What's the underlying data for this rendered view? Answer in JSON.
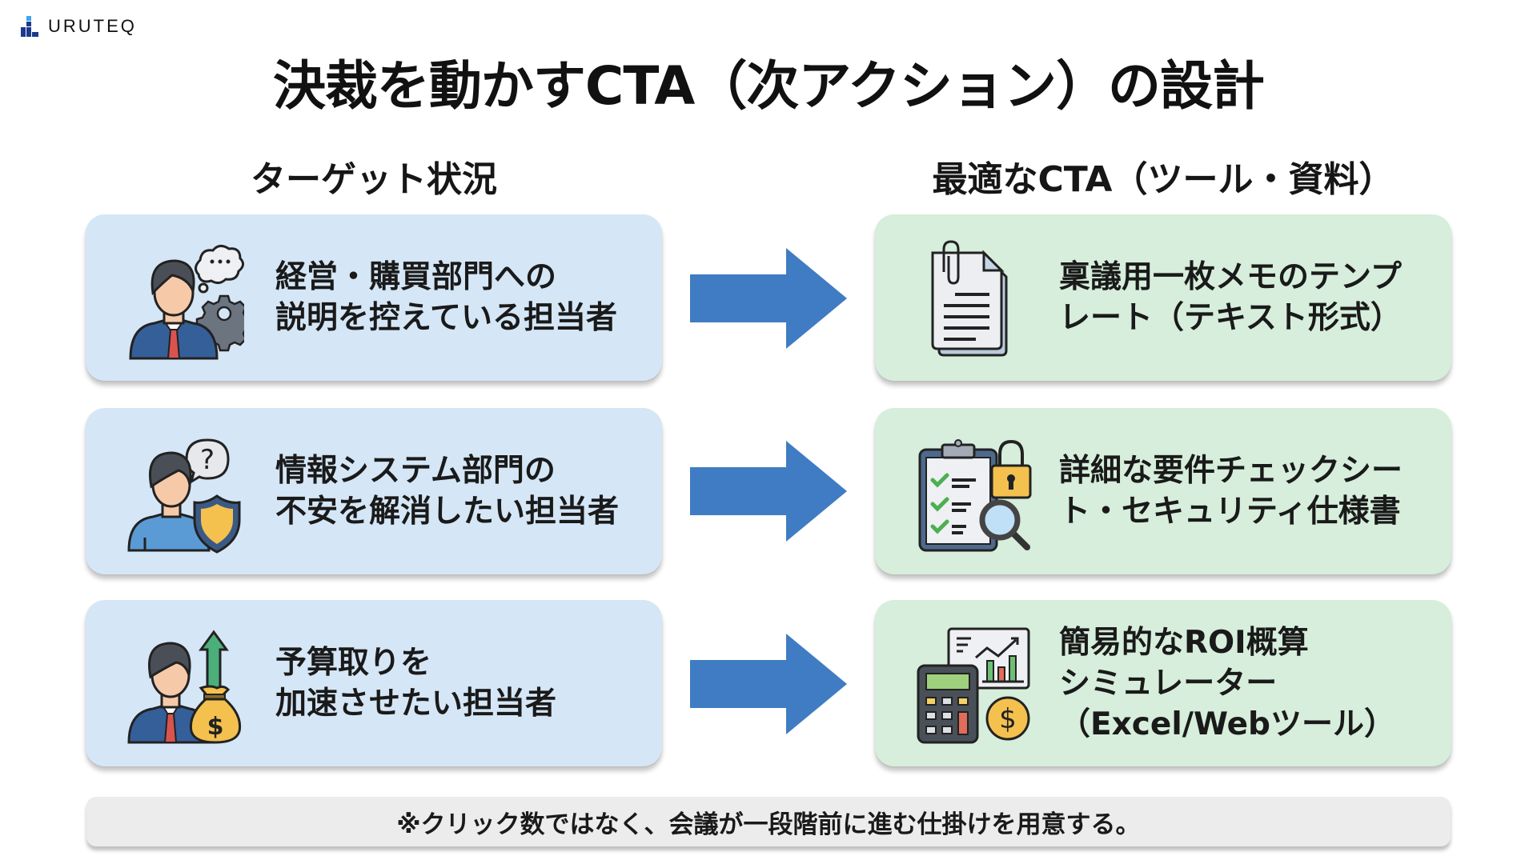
{
  "brand": {
    "name": "URUTEQ",
    "logo_icon": "bar-blocks-logo"
  },
  "title": "決裁を動かすCTA（次アクション）の設計",
  "columns": {
    "left_header": "ターゲット状況",
    "right_header": "最適なCTA（ツール・資料）"
  },
  "rows": [
    {
      "target": {
        "icon": "businessman-thinking-gear-icon",
        "lines": [
          "経営・購買部門への",
          "説明を控えている担当者"
        ]
      },
      "arrow_icon": "right-arrow",
      "cta": {
        "icon": "document-paperclip-icon",
        "lines": [
          "稟議用一枚メモのテンプ",
          "レート（テキスト形式）"
        ]
      }
    },
    {
      "target": {
        "icon": "person-question-shield-icon",
        "lines": [
          "情報システム部門の",
          "不安を解消したい担当者"
        ]
      },
      "arrow_icon": "right-arrow",
      "cta": {
        "icon": "checklist-lock-magnifier-icon",
        "lines": [
          "詳細な要件チェックシー",
          "ト・セキュリティ仕様書"
        ]
      }
    },
    {
      "target": {
        "icon": "businessman-moneybag-growth-icon",
        "lines": [
          "予算取りを",
          "加速させたい担当者"
        ]
      },
      "arrow_icon": "right-arrow",
      "cta": {
        "icon": "calculator-chart-coin-icon",
        "lines": [
          "簡易的なROI概算",
          "シミュレーター",
          "（Excel/Webツール）"
        ]
      }
    }
  ],
  "footer_note": "※クリック数ではなく、会議が一段階前に進む仕掛けを用意する。",
  "colors": {
    "target_card": "#d5e6f6",
    "cta_card": "#d6eedb",
    "arrow": "#3f7cc3",
    "footer_bg": "#ececec",
    "logo_dark": "#1b3a8c",
    "logo_light": "#3aa7f0"
  }
}
